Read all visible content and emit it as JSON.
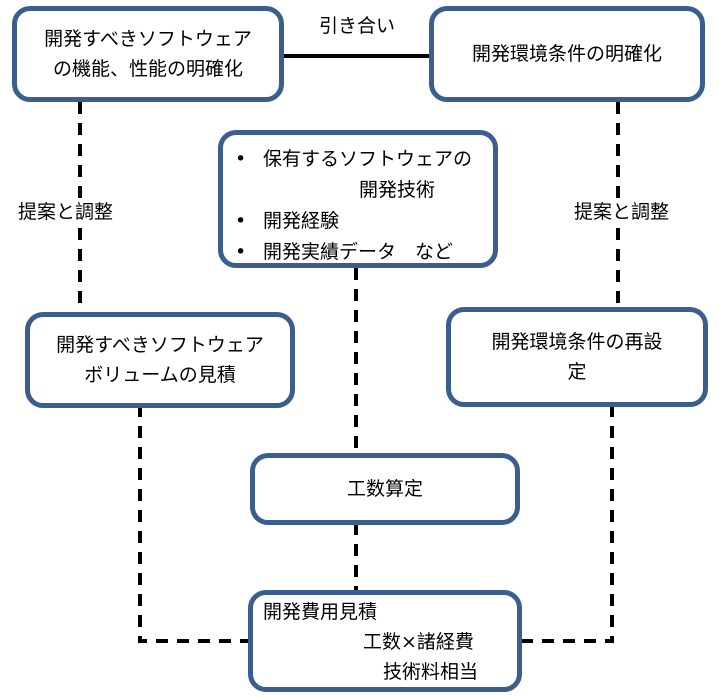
{
  "nodes": {
    "software_function": {
      "lines": [
        "開発すべきソフトウェア",
        "の機能、性能の明確化"
      ]
    },
    "env_conditions": {
      "lines": [
        "開発環境条件の明確化"
      ]
    },
    "assets": {
      "items": [
        "保有するソフトウェアの",
        "開発経験",
        "開発実績データ　など"
      ],
      "item0_cont": "開発技術"
    },
    "volume_estimate": {
      "lines": [
        "開発すべきソフトウェア",
        "ボリュームの見積"
      ]
    },
    "env_reset": {
      "lines": [
        "開発環境条件の再設",
        "定"
      ]
    },
    "effort": {
      "lines": [
        "工数算定"
      ]
    },
    "cost_estimate": {
      "lines": [
        "開発費用見積",
        "工数×諸経費",
        "技術料相当"
      ]
    }
  },
  "edges": {
    "tradeoff_label": "引き合い",
    "proposal_left_label": "提案と調整",
    "proposal_right_label": "提案と調整"
  },
  "colors": {
    "box_border": "#3a5f8f",
    "line": "#000000"
  }
}
